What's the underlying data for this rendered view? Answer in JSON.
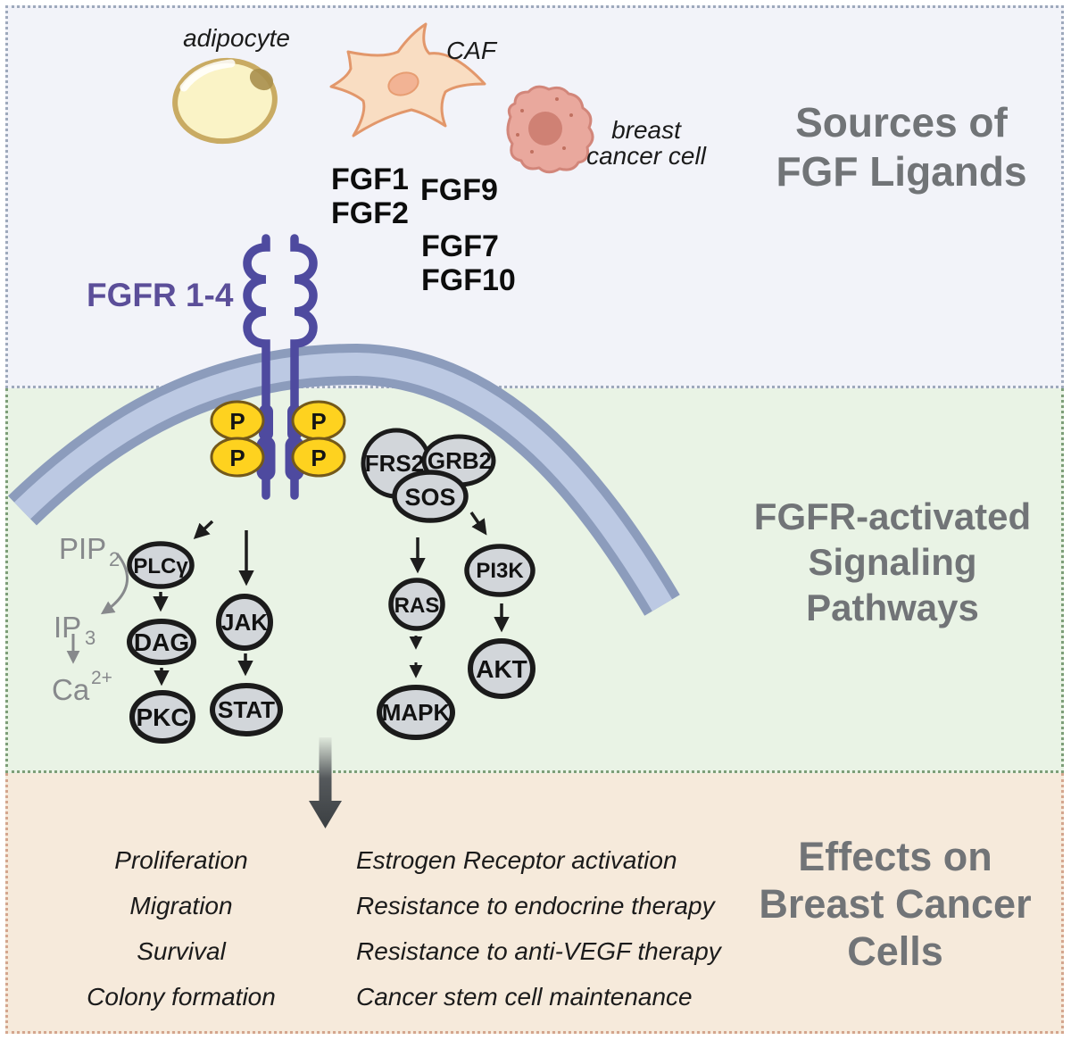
{
  "figure": {
    "panels": {
      "sources": {
        "title_lines": [
          "Sources of",
          "FGF Ligands"
        ]
      },
      "signaling": {
        "title_lines": [
          "FGFR-activated",
          "Signaling",
          "Pathways"
        ]
      },
      "effects": {
        "title_lines": [
          "Effects on",
          "Breast Cancer",
          "Cells"
        ]
      }
    },
    "source_cells": {
      "adipocyte": "adipocyte",
      "caf": "CAF",
      "breast_cancer_lines": [
        "breast",
        "cancer cell"
      ]
    },
    "ligands": {
      "adipocyte_group": [
        "FGF1",
        "FGF2"
      ],
      "caf_group": [
        "FGF9"
      ],
      "tumor_group": [
        "FGF7",
        "FGF10"
      ]
    },
    "receptor": {
      "label": "FGFR 1-4",
      "phospho": "P"
    },
    "nodes": {
      "plcg": "PLCγ",
      "dag": "DAG",
      "pkc": "PKC",
      "jak": "JAK",
      "stat": "STAT",
      "frs2": "FRS2",
      "grb2": "GRB2",
      "sos": "SOS",
      "ras": "RAS",
      "mapk": "MAPK",
      "pi3k": "PI3K",
      "akt": "AKT"
    },
    "messengers": {
      "pip2": {
        "base": "PIP",
        "sub": "2"
      },
      "ip3": {
        "base": "IP",
        "sub": "3"
      },
      "ca": {
        "base": "Ca",
        "sup": "2+"
      }
    },
    "effects_list": {
      "left": [
        "Proliferation",
        "Migration",
        "Survival",
        "Colony formation"
      ],
      "right": [
        "Estrogen Receptor activation",
        "Resistance to endocrine therapy",
        "Resistance to anti-VEGF therapy",
        "Cancer stem cell maintenance"
      ]
    },
    "colors": {
      "top_bg": "#f2f3f9",
      "green_bg": "#e9f3e5",
      "tan_bg": "#f6eadb",
      "membrane_dark": "#8c9cbc",
      "membrane_light": "#bcc9e3",
      "receptor_purple": "#4e4a9f",
      "receptor_label_purple": "#5b4e99",
      "phospho_yellow": "#fed21f",
      "phospho_outline": "#74591a",
      "node_fill": "#d2d6da",
      "node_stroke": "#1b1b1b",
      "panel_title_gray": "#717477",
      "messenger_gray": "#87898c"
    }
  }
}
